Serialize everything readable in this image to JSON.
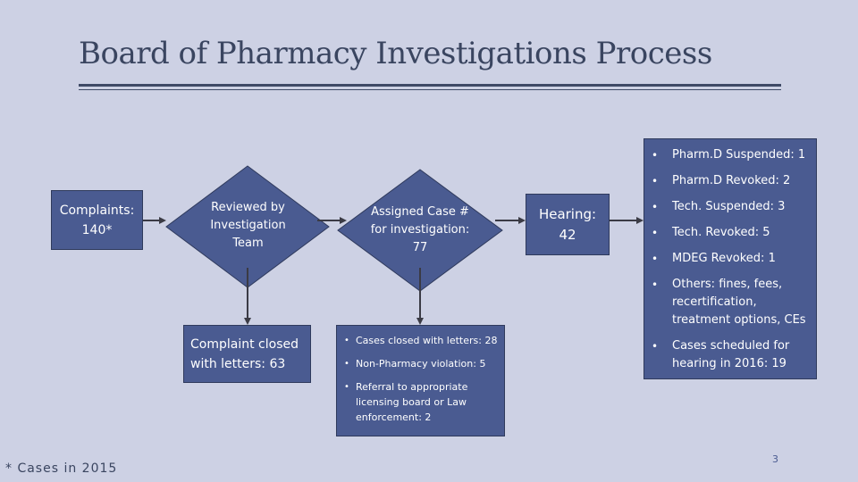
{
  "title": "Board of Pharmacy Investigations Process",
  "nodes": {
    "complaints": {
      "line1": "Complaints:",
      "line2": "140*"
    },
    "reviewed": {
      "line1": "Reviewed by",
      "line2": "Investigation",
      "line3": "Team"
    },
    "assigned": {
      "line1": "Assigned Case #",
      "line2": "for investigation:",
      "line3": "77"
    },
    "hearing": {
      "line1": "Hearing:",
      "line2": "42"
    },
    "complaint_closed": {
      "line1": "Complaint closed",
      "line2": "with letters: 63"
    },
    "case_outcomes": [
      "Cases closed with letters: 28",
      "Non-Pharmacy violation: 5",
      "Referral to appropriate licensing board or Law enforcement: 2"
    ],
    "hearing_outcomes": [
      "Pharm.D Suspended: 1",
      "Pharm.D Revoked: 2",
      "Tech. Suspended: 3",
      "Tech. Revoked: 5",
      "MDEG Revoked: 1",
      "Others: fines, fees, recertification, treatment options, CEs",
      "Cases scheduled for hearing in 2016: 19"
    ]
  },
  "footnote": "* Cases in 2015",
  "page_number": "3",
  "colors": {
    "background": "#cdd1e4",
    "box_fill": "#4a5b91",
    "box_border": "#2f3a5c",
    "arrow": "#3b3b45",
    "title": "#3a4560"
  }
}
